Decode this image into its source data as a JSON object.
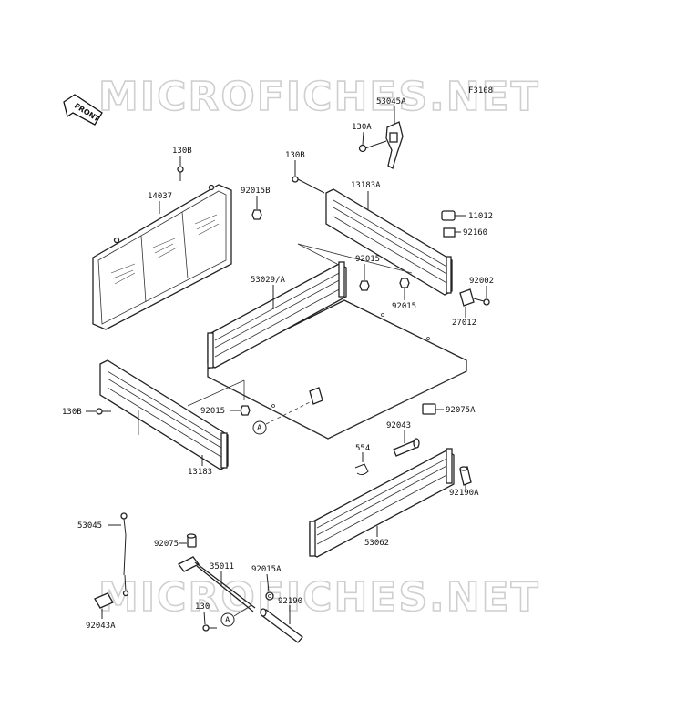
{
  "watermark": "MICROFICHES.NET",
  "figure_code": "F3108",
  "front_label": "FRONT",
  "callouts": {
    "p53045A": "53045A",
    "p130A": "130A",
    "p130B_left": "130B",
    "p130B_mid": "130B",
    "p130B_lower": "130B",
    "p14037": "14037",
    "p92015B": "92015B",
    "p13183A": "13183A",
    "p11012": "11012",
    "p92160": "92160",
    "p92002": "92002",
    "p27012": "27012",
    "p92015_a": "92015",
    "p92015_b": "92015",
    "p92015_c": "92015",
    "p53029A": "53029/A",
    "p92075A": "92075A",
    "p92043": "92043",
    "p554": "554",
    "p13183": "13183",
    "p92190A": "92190A",
    "p53062": "53062",
    "p53045": "53045",
    "p92075": "92075",
    "p35011": "35011",
    "p92015A": "92015A",
    "p130": "130",
    "p92190": "92190",
    "p92043A": "92043A",
    "ref_A_upper": "A",
    "ref_A_lower": "A"
  }
}
